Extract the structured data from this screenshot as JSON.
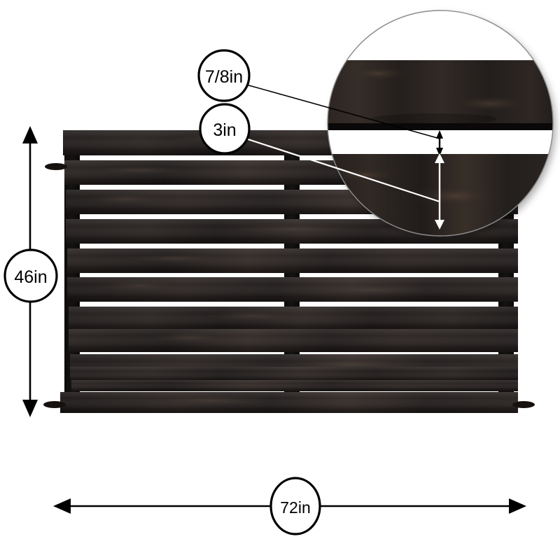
{
  "diagram": {
    "title": "Horizontal slat fence panel dimension diagram",
    "background_color": "#ffffff",
    "panel_color": "#241f1e",
    "line_color": "#000000"
  },
  "dimensions": {
    "height": {
      "label": "46in",
      "orientation": "vertical",
      "position": "left",
      "marker_shape": "circle"
    },
    "width": {
      "label": "72in",
      "orientation": "horizontal",
      "position": "bottom",
      "marker_shape": "ellipse"
    }
  },
  "callouts": [
    {
      "label": "7/8in",
      "describes": "gap-between-slats",
      "marker_shape": "circle",
      "leader_color": "#000000"
    },
    {
      "label": "3in",
      "describes": "slat-board-height",
      "marker_shape": "circle",
      "leader_color": "#ffffff"
    }
  ],
  "detail_view": {
    "name": "magnified-detail-circle",
    "shows": "close-up of two slats and the gap between them",
    "arrows": [
      {
        "name": "gap-arrow",
        "color": "#000000",
        "measures": "7/8in"
      },
      {
        "name": "board-arrow",
        "color": "#ffffff",
        "measures": "3in"
      }
    ]
  },
  "panel": {
    "name": "horizontal-slat-fence-panel",
    "slat_count": 12,
    "post_count": 3,
    "foot_count": 4
  }
}
